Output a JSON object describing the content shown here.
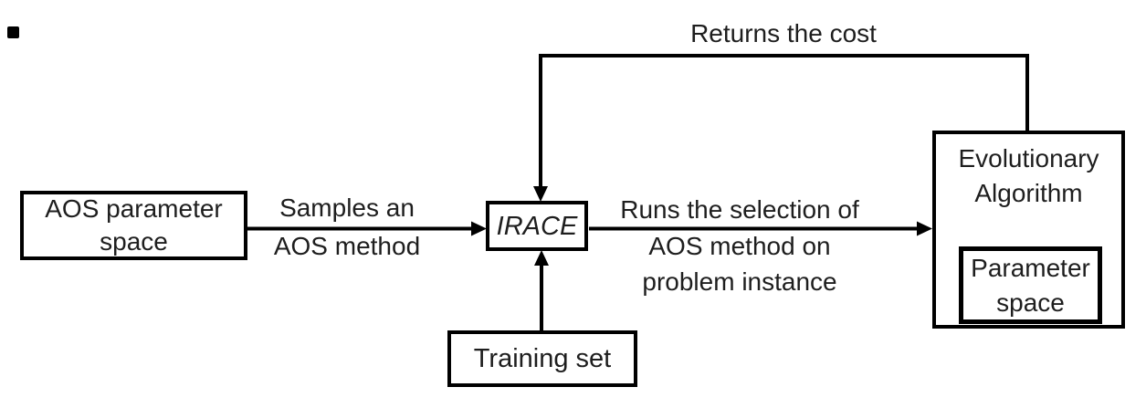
{
  "diagram": {
    "background": "#ffffff",
    "line_color": "#000000",
    "text_color": "#1e1e1e",
    "nodes": {
      "aos_parameter_space": {
        "line1": "AOS parameter",
        "line2": "space"
      },
      "irace": {
        "label": "IRACE"
      },
      "evolutionary_algorithm": {
        "line1": "Evolutionary",
        "line2": "Algorithm"
      },
      "parameter_space": {
        "line1": "Parameter",
        "line2": "space"
      },
      "training_set": {
        "label": "Training set"
      }
    },
    "edge_labels": {
      "samples": {
        "line1": "Samples an",
        "line2": "AOS method"
      },
      "runs": {
        "line1": "Runs the selection of",
        "line2": "AOS method on",
        "line3": "problem instance"
      },
      "returns": {
        "label": "Returns the cost"
      }
    }
  }
}
